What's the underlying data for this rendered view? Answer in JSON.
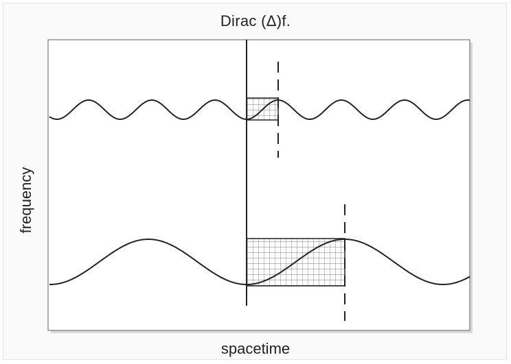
{
  "diagram": {
    "title": "Dirac (Δ)f.",
    "xlabel": "spacetime",
    "ylabel": "frequency"
  },
  "colors": {
    "line": "#222222",
    "grid": "#555555",
    "plot_background": "#ffffff",
    "frame_background": "#fafafa"
  }
}
